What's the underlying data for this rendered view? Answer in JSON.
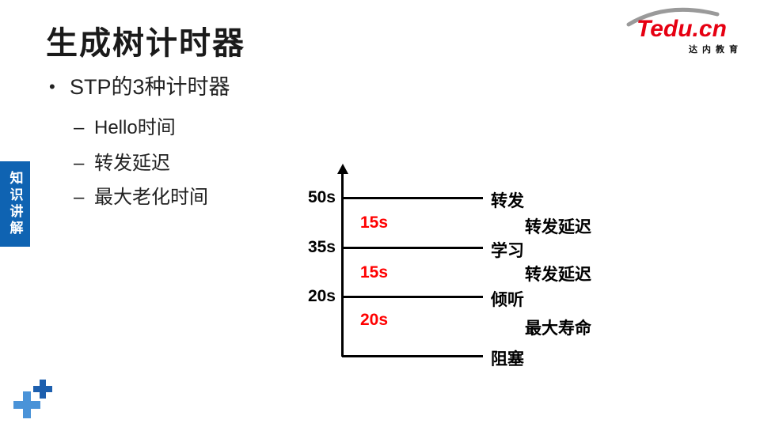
{
  "colors": {
    "tab_blue": "#0f63b2",
    "brand_red": "#e60012",
    "timer_red": "#ff0000",
    "plus_light": "#4a93d8",
    "plus_dark": "#1d5fae"
  },
  "slide": {
    "title": "生成树计时器",
    "bullet": "STP的3种计时器",
    "sub_bullets": [
      "Hello时间",
      "转发延迟",
      "最大老化时间"
    ]
  },
  "tab": {
    "label": "知识讲解"
  },
  "logo": {
    "brand": "Tedu.cn",
    "tagline": "达内教育"
  },
  "diagram": {
    "times": [
      "50s",
      "35s",
      "20s"
    ],
    "states": [
      "转发",
      "学习",
      "倾听",
      "阻塞"
    ],
    "durations": [
      "15s",
      "15s",
      "20s"
    ],
    "duration_labels": [
      "转发延迟",
      "转发延迟",
      "最大寿命"
    ]
  }
}
